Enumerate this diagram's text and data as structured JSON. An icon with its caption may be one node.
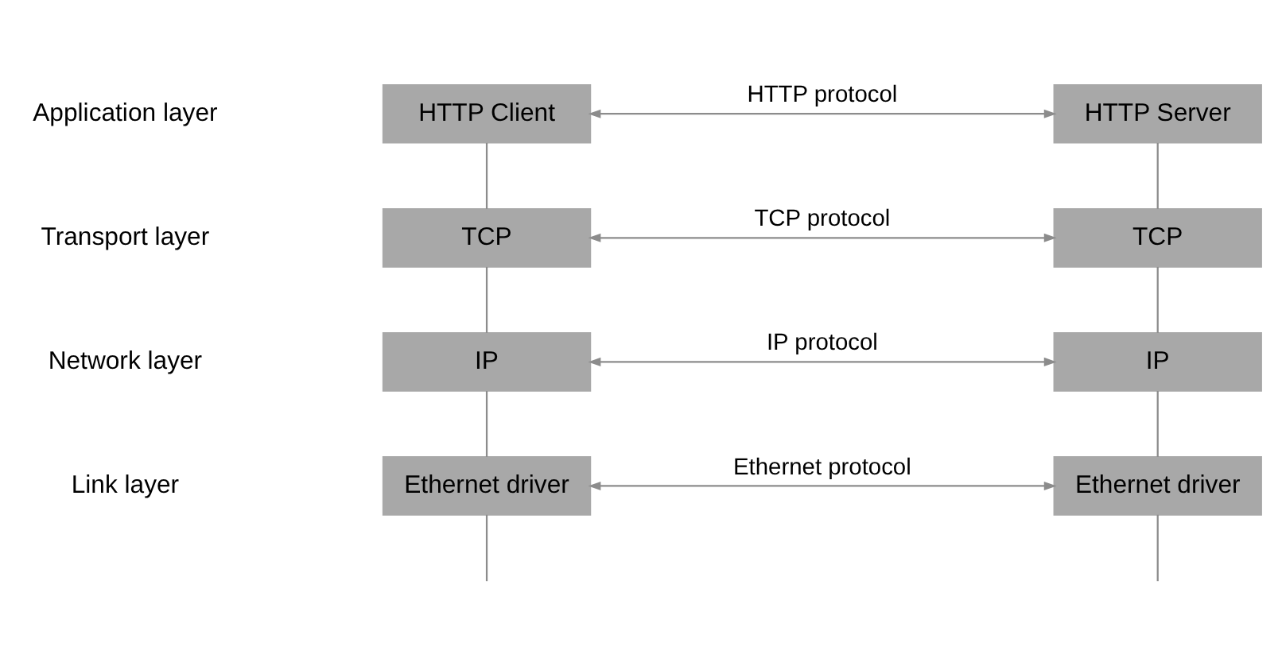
{
  "diagram": {
    "nodes": [
      {
        "text": [
          "HTTP Client"
        ]
      },
      {
        "text": [
          "HTTP Server"
        ]
      },
      {
        "text": [
          "TCP"
        ]
      },
      {
        "text": [
          "TCP"
        ]
      },
      {
        "text": [
          "IP"
        ]
      },
      {
        "text": [
          "IP"
        ]
      },
      {
        "text": [
          "Ethernet driver"
        ]
      },
      {
        "text": [
          "Ethernet driver"
        ]
      }
    ],
    "edges": [
      {
        "from": 0,
        "to": 1,
        "arrow": "both",
        "label": "HTTP protocol"
      },
      {
        "from": 0,
        "to": 2,
        "arrow": "none"
      },
      {
        "from": 1,
        "to": 3,
        "arrow": "none"
      },
      {
        "from": 2,
        "to": 3,
        "arrow": "both",
        "label": "TCP protocol"
      },
      {
        "from": 2,
        "to": 4,
        "arrow": "none"
      },
      {
        "from": 3,
        "to": 5,
        "arrow": "none"
      },
      {
        "from": 4,
        "to": 5,
        "arrow": "both",
        "label": "IP protocol"
      },
      {
        "from": 4,
        "to": 6,
        "arrow": "none"
      },
      {
        "from": 5,
        "to": 7,
        "arrow": "none"
      },
      {
        "from": 6,
        "to": 7,
        "arrow": "both",
        "label": "Ethernet protocol"
      },
      {
        "from": 6,
        "to": null,
        "arrow": "none"
      },
      {
        "from": 7,
        "to": null,
        "arrow": "none"
      }
    ],
    "labels": [
      "Application layer",
      "Transport layer",
      "Network layer",
      "Link layer"
    ]
  }
}
